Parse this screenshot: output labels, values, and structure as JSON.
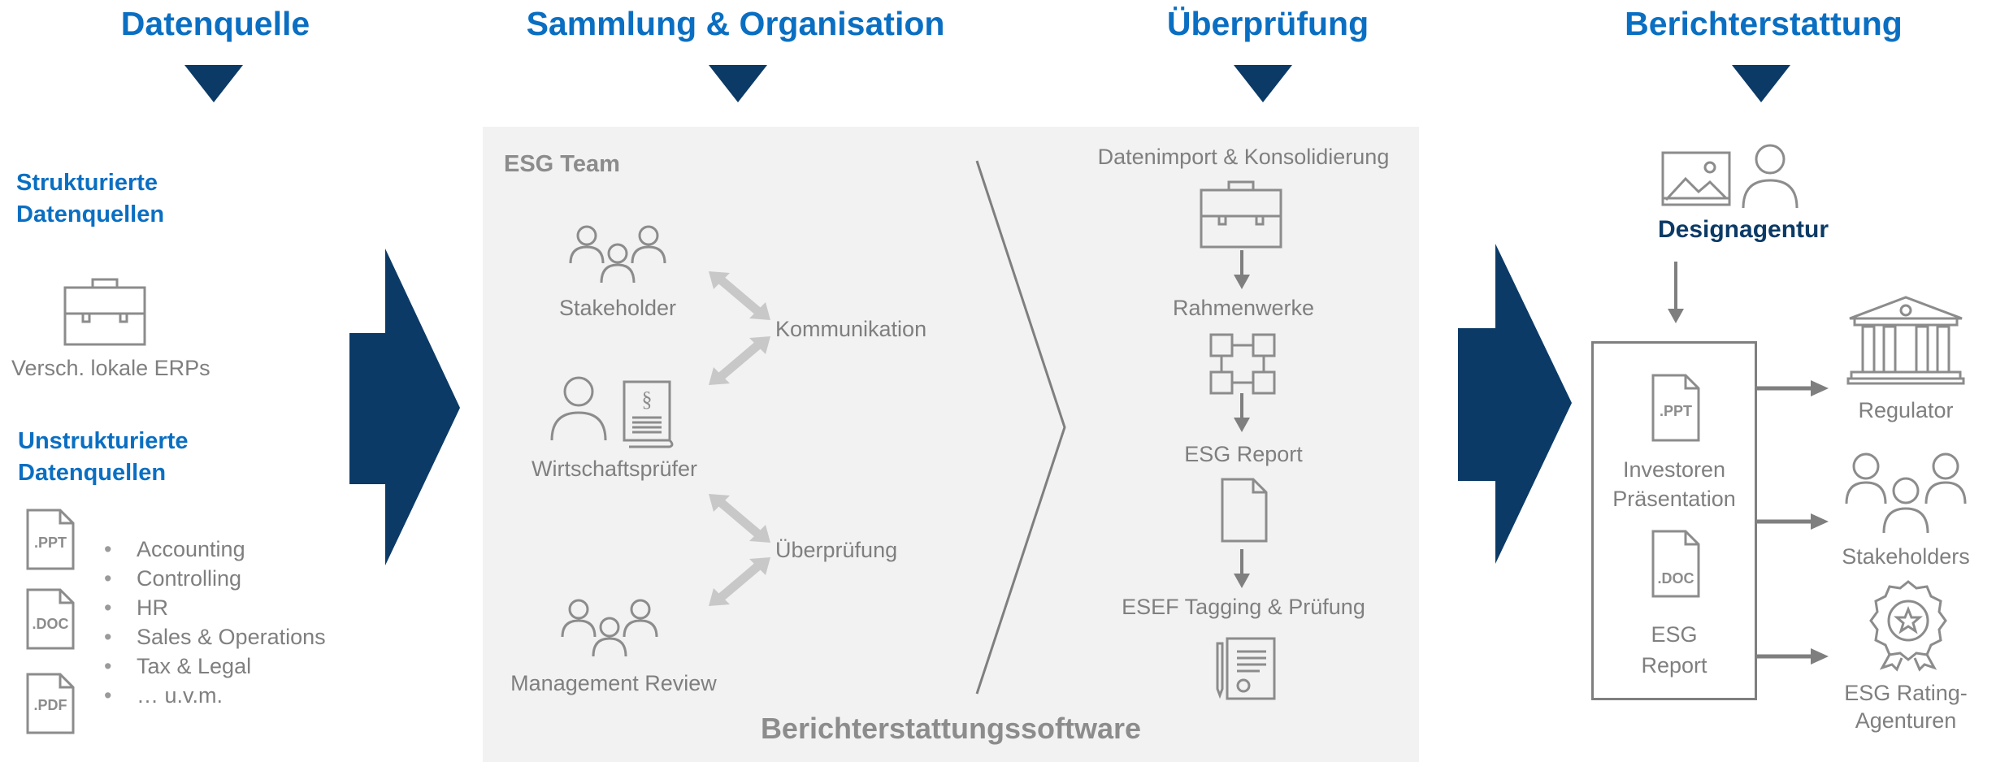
{
  "headers": {
    "datenquelle": "Datenquelle",
    "sammlung": "Sammlung & Organisation",
    "ueberpruefung": "Überprüfung",
    "berichterstattung": "Berichterstattung"
  },
  "sources": {
    "structured_line1": "Strukturierte",
    "structured_line2": "Datenquellen",
    "erp_label": "Versch. lokale ERPs",
    "unstructured_line1": "Unstrukturierte",
    "unstructured_line2": "Datenquellen",
    "file_types": [
      ".PPT",
      ".DOC",
      ".PDF"
    ],
    "bullets": [
      "Accounting",
      "Controlling",
      "HR",
      "Sales & Operations",
      "Tax & Legal",
      "… u.v.m."
    ]
  },
  "team": {
    "title": "ESG Team",
    "stakeholder": "Stakeholder",
    "auditor": "Wirtschaftsprüfer",
    "management": "Management Review",
    "kommunikation": "Kommunikation",
    "ueberpruefung": "Überprüfung",
    "paragraph_symbol": "§"
  },
  "software": {
    "label": "Berichterstattungssoftware",
    "steps": [
      "Datenimport & Konsolidierung",
      "Rahmenwerke",
      "ESG Report",
      "ESEF Tagging & Prüfung"
    ]
  },
  "reporting": {
    "agency": "Designagentur",
    "investor_line1": "Investoren",
    "investor_line2": "Präsentation",
    "esg_line1": "ESG",
    "esg_line2": "Report",
    "file_types": [
      ".PPT",
      ".DOC"
    ],
    "recipients": {
      "regulator": "Regulator",
      "stakeholders": "Stakeholders",
      "rating_line1": "ESG Rating-",
      "rating_line2": "Agenturen"
    }
  },
  "colors": {
    "accent_blue": "#0a6fc2",
    "dark_navy": "#0b3a66",
    "grey_text": "#7f7f7f",
    "panel_bg": "#f2f2f2"
  }
}
